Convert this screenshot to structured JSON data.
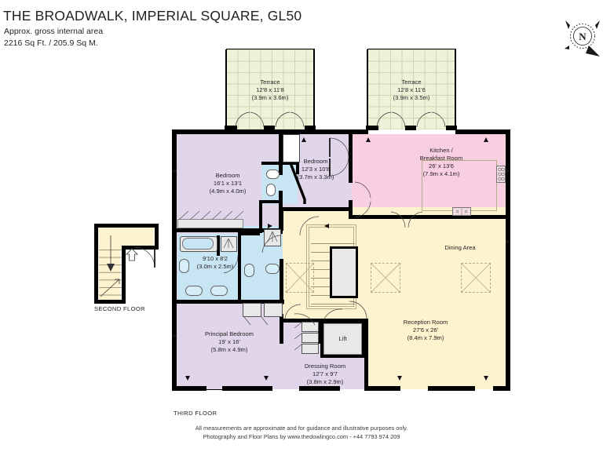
{
  "header": {
    "title": "THE BROADWALK, IMPERIAL SQUARE, GL50",
    "area_label": "Approx. gross internal area",
    "area_value": "2216 Sq Ft. / 205.9 Sq M."
  },
  "compass": {
    "label": "N",
    "name": "north-compass-rose"
  },
  "floor_labels": {
    "second": "SECOND FLOOR",
    "third": "THIRD FLOOR"
  },
  "rooms": [
    {
      "id": "terrace_left",
      "name": "Terrace",
      "imperial": "12'8 x 11'8",
      "metric": "(3.9m x 3.6m)"
    },
    {
      "id": "terrace_right",
      "name": "Terrace",
      "imperial": "12'8 x 11'6",
      "metric": "(3.9m x 3.5m)"
    },
    {
      "id": "bedroom_left",
      "name": "Bedroom",
      "imperial": "16'1 x 13'1",
      "metric": "(4.9m x 4.0m)"
    },
    {
      "id": "bedroom_mid",
      "name": "Bedroom",
      "imperial": "12'3 x 10'8",
      "metric": "(3.7m x 3.3m)"
    },
    {
      "id": "kitchen",
      "name": "Kitchen /",
      "name2": "Breakfast Room",
      "imperial": "26' x 13'6",
      "metric": "(7.9m x 4.1m)"
    },
    {
      "id": "dining",
      "name": "Dining Area",
      "imperial": "",
      "metric": ""
    },
    {
      "id": "reception",
      "name": "Reception Room",
      "imperial": "27'6 x 26'",
      "metric": "(8.4m x 7.9m)"
    },
    {
      "id": "bathroom",
      "name": "",
      "imperial": "9'10 x 8'2",
      "metric": "(3.0m x 2.5m)"
    },
    {
      "id": "principal",
      "name": "Principal Bedroom",
      "imperial": "19' x 16'",
      "metric": "(5.8m x 4.9m)"
    },
    {
      "id": "dressing",
      "name": "Dressing Room",
      "imperial": "12'7 x 9'7",
      "metric": "(3.8m x 2.9m)"
    },
    {
      "id": "lift",
      "name": "Lift",
      "imperial": "",
      "metric": ""
    }
  ],
  "footer": {
    "line1": "All measurements are approximate and for guidance and illustrative purposes only.",
    "line2": "Photography and Floor Plans by www.thedowlingco.com - +44 7793 974 209"
  },
  "colors": {
    "bedroom": "#e1d5ea",
    "kitchen": "#f8cfe0",
    "reception": "#fdf3cf",
    "bathroom": "#c7e5f2",
    "terrace": "#eef2d9",
    "wall": "#000000",
    "fixture": "#e8e8e8"
  }
}
